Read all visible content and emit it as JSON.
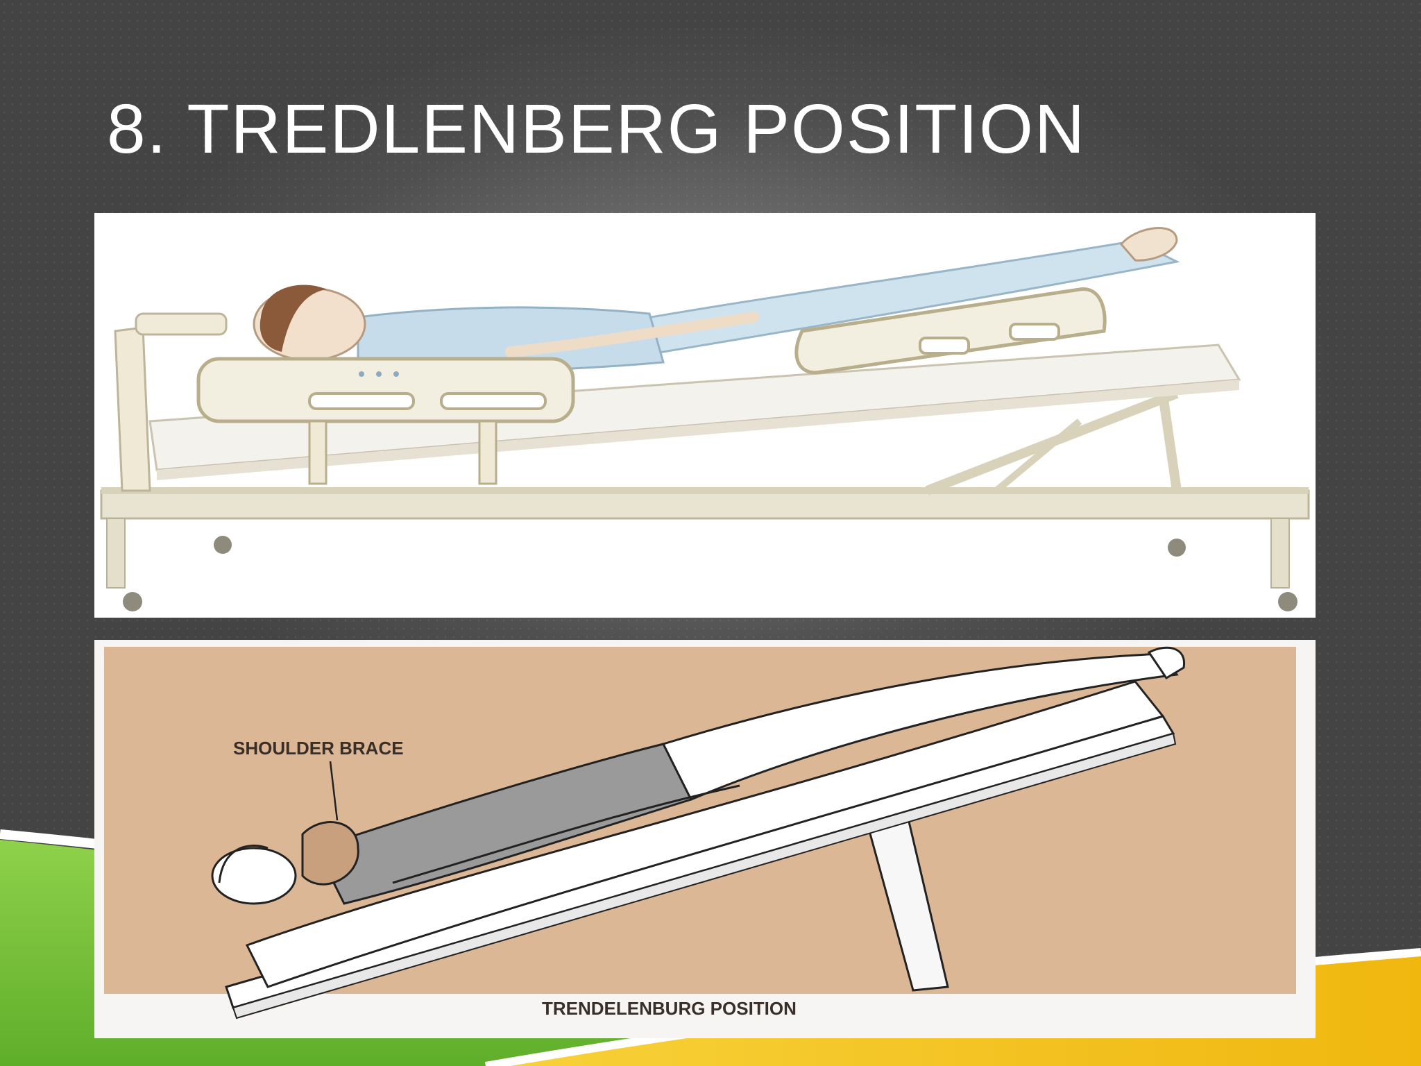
{
  "slide": {
    "title": "8. TREDLENBERG POSITION"
  },
  "illustration_bottom": {
    "callout_label": "SHOULDER BRACE",
    "caption": "TRENDELENBURG POSITION"
  },
  "colors": {
    "background": "#555555",
    "accent_green": "#7cc43a",
    "accent_yellow": "#f2c21a",
    "figure_tan": "#dcb795"
  }
}
